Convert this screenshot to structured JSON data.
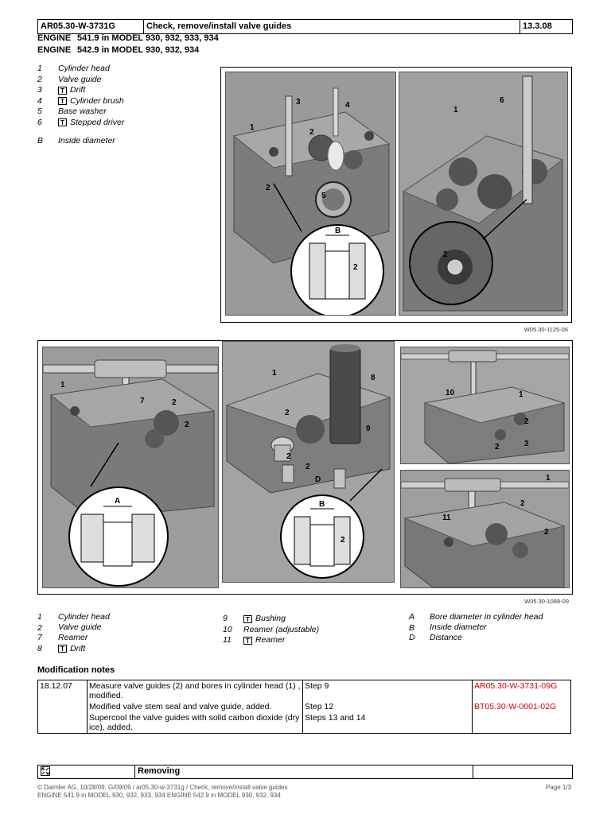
{
  "header": {
    "doc_id": "AR05.30-W-3731G",
    "title": "Check, remove/install valve guides",
    "date": "13.3.08"
  },
  "engines": [
    {
      "label": "ENGINE",
      "text": "541.9 in MODEL 930, 932, 933, 934"
    },
    {
      "label": "ENGINE",
      "text": "542.9 in MODEL 930, 932, 934"
    }
  ],
  "legend1": [
    {
      "num": "1",
      "text": "Cylinder head",
      "tool": false
    },
    {
      "num": "2",
      "text": "Valve guide",
      "tool": false
    },
    {
      "num": "3",
      "text": "Drift",
      "tool": true
    },
    {
      "num": "4",
      "text": "Cylinder brush",
      "tool": true
    },
    {
      "num": "5",
      "text": "Base washer",
      "tool": false
    },
    {
      "num": "6",
      "text": "Stepped driver",
      "tool": true
    },
    {
      "num": "B",
      "text": "Inside diameter",
      "tool": false
    }
  ],
  "figure1": {
    "ref": "W05.30-1125-06"
  },
  "figure2": {
    "ref": "W05.30-1088-09"
  },
  "legend2": {
    "col1": [
      {
        "num": "1",
        "text": "Cylinder head",
        "tool": false
      },
      {
        "num": "2",
        "text": "Valve guide",
        "tool": false
      },
      {
        "num": "7",
        "text": "Reamer",
        "tool": false
      },
      {
        "num": "8",
        "text": "Drift",
        "tool": true
      }
    ],
    "col2": [
      {
        "num": "9",
        "text": "Bushing",
        "tool": true
      },
      {
        "num": "10",
        "text": "Reamer (adjustable)",
        "tool": false
      },
      {
        "num": "11",
        "text": "Reamer",
        "tool": true
      }
    ],
    "col3": [
      {
        "num": "A",
        "text": "Bore diameter in cylinder head",
        "tool": false
      },
      {
        "num": "B",
        "text": "Inside diameter",
        "tool": false
      },
      {
        "num": "D",
        "text": "Distance",
        "tool": false
      }
    ]
  },
  "mod_notes": {
    "title": "Modification notes",
    "date": "18.12.07",
    "rows": [
      {
        "text": "Measure valve guides (2) and bores in cylinder head (1) , modified.",
        "step": "Step 9",
        "ref": "AR05.30-W-3731-09G"
      },
      {
        "text": "Modified valve stem seal and valve guide, added.",
        "step": "Step 12",
        "ref": "BT05.30-W-0001-02G"
      },
      {
        "text": "Supercool the valve guides with solid carbon dioxide (dry ice), added.",
        "step": "Steps 13 and 14",
        "ref": ""
      }
    ]
  },
  "removing": {
    "label": "Removing"
  },
  "footer": {
    "line1": "© Daimler AG, 10/28/09, G/09/09 / ar05.30-w-3731g / Check, remove/install valve guides",
    "line2": "ENGINE 541.9 in MODEL 930, 932, 933, 934 ENGINE 542.9 in MODEL 930, 932, 934",
    "page": "Page 1/3"
  },
  "callouts": {
    "f1a": [
      "3",
      "4",
      "1",
      "2",
      "2",
      "5",
      "B",
      "2"
    ],
    "f1b": [
      "6",
      "1",
      "2"
    ],
    "f2a": [
      "1",
      "7",
      "2",
      "2",
      "A"
    ],
    "f2b": [
      "1",
      "8",
      "2",
      "9",
      "2",
      "2",
      "D",
      "B",
      "2"
    ],
    "f2c": [
      "10",
      "1",
      "2",
      "2",
      "2"
    ],
    "f2d": [
      "1",
      "2",
      "11",
      "2"
    ]
  }
}
